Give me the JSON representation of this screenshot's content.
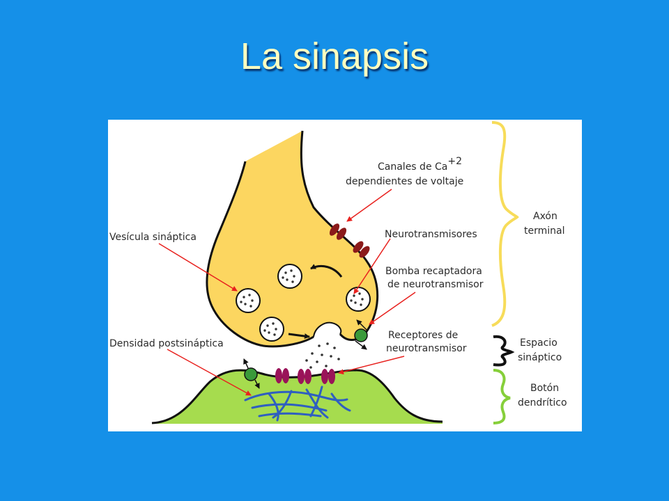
{
  "slide": {
    "title": "La sinapsis"
  },
  "labels": {
    "canales_line1_prefix": "Canales de Ca",
    "canales_superscript": "+2",
    "canales_line2": "dependientes de voltaje",
    "neurotransmisores": "Neurotransmisores",
    "bomba_line1": "Bomba recaptadora",
    "bomba_line2": "de neurotransmisor",
    "receptores_line1": "Receptores de",
    "receptores_line2": "neurotransmisor",
    "vesicula": "Vesícula sináptica",
    "densidad": "Densidad postsináptica"
  },
  "regions": {
    "axon_line1": "Axón",
    "axon_line2": "terminal",
    "espacio_line1": "Espacio",
    "espacio_line2": "sináptico",
    "boton_line1": "Botón",
    "boton_line2": "dendrítico"
  },
  "colors": {
    "background": "#1590e8",
    "title": "#ffffc0",
    "axon_fill": "#fcd660",
    "dendrite_fill": "#a6dc4e",
    "channel": "#8b1a1a",
    "receptor": "#9a1359",
    "pump": "#3a9a3a",
    "arrow": "#e8211e",
    "density": "#2f5fc0",
    "brace_axon": "#f7dc5a",
    "brace_espacio": "#111111",
    "brace_boton": "#86cf3a"
  }
}
